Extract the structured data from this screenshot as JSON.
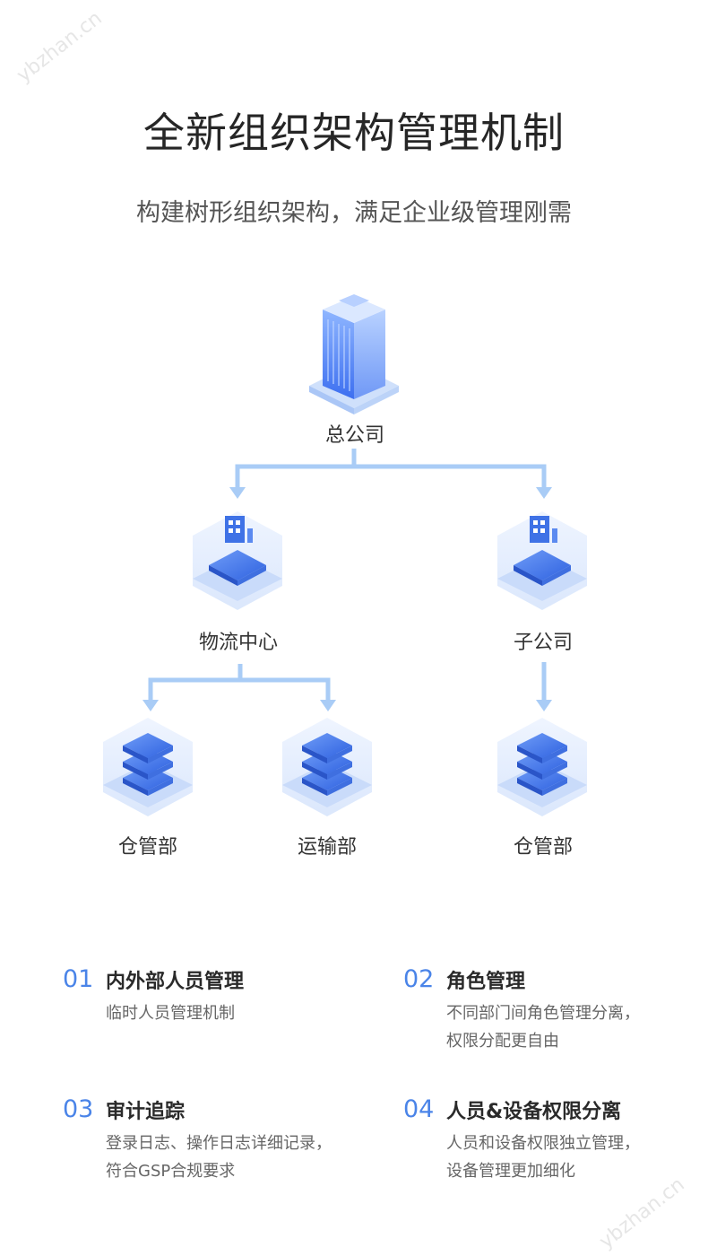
{
  "watermark": "ybzhan.cn",
  "header": {
    "title": "全新组织架构管理机制",
    "subtitle": "构建树形组织架构，满足企业级管理刚需"
  },
  "diagram": {
    "nodes": {
      "hq": "总公司",
      "logistics": "物流中心",
      "subsidiary": "子公司",
      "warehouse_a": "仓管部",
      "transport": "运输部",
      "warehouse_b": "仓管部"
    },
    "colors": {
      "line": "#a9ccf6",
      "accent": "#3f78e6"
    }
  },
  "features": [
    {
      "num": "01",
      "title": "内外部人员管理",
      "desc1": "临时人员管理机制",
      "desc2": ""
    },
    {
      "num": "02",
      "title": "角色管理",
      "desc1": "不同部门间角色管理分离，",
      "desc2": "权限分配更自由"
    },
    {
      "num": "03",
      "title": "审计追踪",
      "desc1": "登录日志、操作日志详细记录，",
      "desc2": "符合GSP合规要求"
    },
    {
      "num": "04",
      "title": "人员&设备权限分离",
      "desc1": "人员和设备权限独立管理，",
      "desc2": "设备管理更加细化"
    }
  ]
}
